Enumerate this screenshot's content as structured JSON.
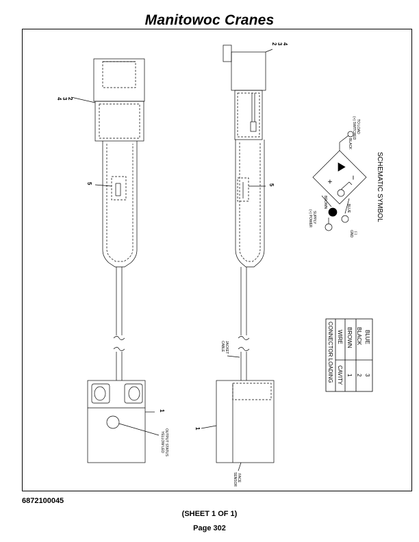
{
  "header": {
    "title": "Manitowoc Cranes"
  },
  "footer": {
    "part_number": "6872100045",
    "sheet": "(SHEET 1 OF 1)",
    "page": "Page 302"
  },
  "drawing": {
    "callouts": {
      "top_view_connector_pins": [
        "4",
        "3",
        "2"
      ],
      "side_view_connector_pins": [
        "2",
        "3",
        "4"
      ],
      "molding": "5",
      "housing": "1"
    },
    "notes": {
      "led": [
        "YELLOW LED",
        "OUTPUT STATUS"
      ],
      "cable_jacket": [
        "CABLE",
        "JACKET"
      ],
      "sensor_face": [
        "SENSOR",
        "FACE"
      ]
    },
    "schematic": {
      "title": "SCHEMATIC SYMBOL",
      "switched_to_load": [
        "(+) SWITCHED",
        "TO LOAD"
      ],
      "black": "BLACK",
      "brown": "BROWN",
      "power_supply": [
        "(+) POWER",
        "SUPPLY"
      ],
      "blue": "BLUE",
      "gnd": [
        "GND",
        "(-)"
      ],
      "plus": "+",
      "minus": "−"
    },
    "connector_table": {
      "title": "CONNECTOR LOADING",
      "headers": [
        "CAVITY",
        "WIRE"
      ],
      "rows": [
        {
          "cavity": "1",
          "wire": "BROWN"
        },
        {
          "cavity": "2",
          "wire": "BLACK"
        },
        {
          "cavity": "3",
          "wire": "BLUE"
        }
      ]
    }
  }
}
